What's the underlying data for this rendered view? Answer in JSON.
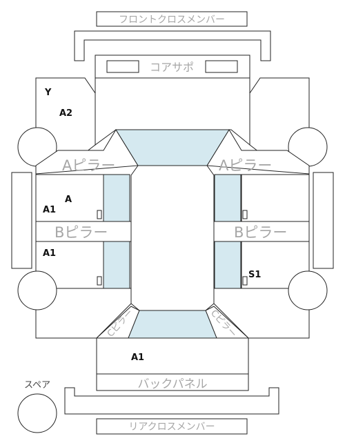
{
  "labels": {
    "front_cross_member": "フロントクロスメンバー",
    "core_support": "コアサポ",
    "a_pillar_left": "Aピラー",
    "a_pillar_right": "Aピラー",
    "b_pillar_left": "Bピラー",
    "b_pillar_right": "Bピラー",
    "c_pillar_left": "Cピラー",
    "c_pillar_right": "Cピラー",
    "back_panel": "バックパネル",
    "rear_cross_member": "リアクロスメンバー",
    "spare": "スペア"
  },
  "marks": {
    "front_left_fender_1": "Y",
    "front_left_fender_2": "A2",
    "front_left_door_1": "A",
    "front_left_door_2": "A1",
    "rear_left_door": "A1",
    "rear_right_door": "S1",
    "trunk": "A1"
  },
  "colors": {
    "glass": "#d5e9f0",
    "outline": "#222222",
    "label_gray": "#a6a6a6",
    "mark_black": "#111111"
  }
}
